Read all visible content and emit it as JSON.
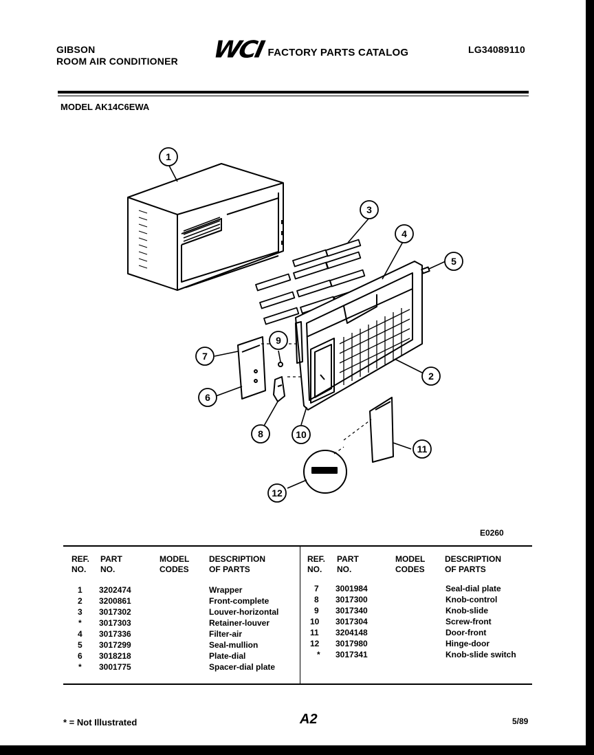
{
  "header": {
    "brand": "GIBSON",
    "product": "ROOM AIR CONDITIONER",
    "logo_text": "WCI",
    "catalog_title": "FACTORY PARTS CATALOG",
    "catalog_code": "LG34089110"
  },
  "model_line": "MODEL AK14C6EWA",
  "diagram_code": "E0260",
  "callouts": [
    "1",
    "2",
    "3",
    "4",
    "5",
    "6",
    "7",
    "8",
    "9",
    "10",
    "11",
    "12"
  ],
  "table": {
    "headers": {
      "ref": [
        "REF.",
        "NO."
      ],
      "part": [
        "PART",
        "NO."
      ],
      "codes": [
        "MODEL",
        "CODES"
      ],
      "desc": [
        "DESCRIPTION",
        "OF PARTS"
      ]
    },
    "left_rows": [
      {
        "ref": "1",
        "part": "3202474",
        "desc": "Wrapper"
      },
      {
        "ref": "2",
        "part": "3200861",
        "desc": "Front-complete"
      },
      {
        "ref": "3",
        "part": "3017302",
        "desc": "Louver-horizontal"
      },
      {
        "ref": "*",
        "part": "3017303",
        "desc": "Retainer-louver"
      },
      {
        "ref": "4",
        "part": "3017336",
        "desc": "Filter-air"
      },
      {
        "ref": "5",
        "part": "3017299",
        "desc": "Seal-mullion"
      },
      {
        "ref": "6",
        "part": "3018218",
        "desc": "Plate-dial"
      },
      {
        "ref": "*",
        "part": "3001775",
        "desc": "Spacer-dial plate"
      }
    ],
    "right_rows": [
      {
        "ref": "7",
        "part": "3001984",
        "desc": "Seal-dial plate"
      },
      {
        "ref": "8",
        "part": "3017300",
        "desc": "Knob-control"
      },
      {
        "ref": "9",
        "part": "3017340",
        "desc": "Knob-slide"
      },
      {
        "ref": "10",
        "part": "3017304",
        "desc": "Screw-front"
      },
      {
        "ref": "11",
        "part": "3204148",
        "desc": "Door-front"
      },
      {
        "ref": "12",
        "part": "3017980",
        "desc": "Hinge-door"
      },
      {
        "ref": "*",
        "part": "3017341",
        "desc": "Knob-slide switch"
      }
    ]
  },
  "footer": {
    "note": "* = Not Illustrated",
    "page": "A2",
    "date": "5/89"
  }
}
